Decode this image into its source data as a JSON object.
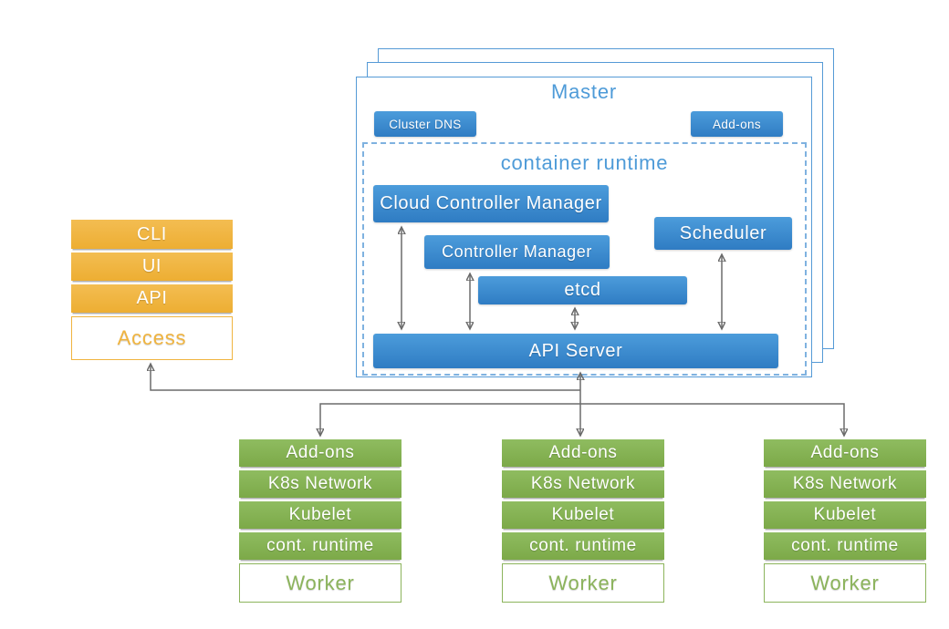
{
  "master": {
    "title": "Master",
    "cluster_dns_label": "Cluster DNS",
    "addons_label": "Add-ons",
    "runtime_title": "container runtime",
    "components": [
      "Cloud Controller Manager",
      "Controller Manager",
      "etcd",
      "Scheduler",
      "API Server"
    ]
  },
  "access": {
    "rows": [
      "CLI",
      "UI",
      "API"
    ],
    "label": "Access"
  },
  "workers": [
    {
      "rows": [
        "Add-ons",
        "K8s Network",
        "Kubelet",
        "cont. runtime"
      ],
      "label": "Worker"
    },
    {
      "rows": [
        "Add-ons",
        "K8s Network",
        "Kubelet",
        "cont. runtime"
      ],
      "label": "Worker"
    },
    {
      "rows": [
        "Add-ons",
        "K8s Network",
        "Kubelet",
        "cont. runtime"
      ],
      "label": "Worker"
    }
  ],
  "colors": {
    "component_blue_top": "#4C9CDB",
    "component_blue_bottom": "#2F7CC3",
    "node_border_blue": "#559AD6",
    "runtime_dash_blue": "#7FB2E0",
    "title_blue": "#4E9BD8",
    "access_orange": "#F0B43F",
    "worker_green": "#86B254",
    "arrow_gray": "#6B6B6B"
  }
}
